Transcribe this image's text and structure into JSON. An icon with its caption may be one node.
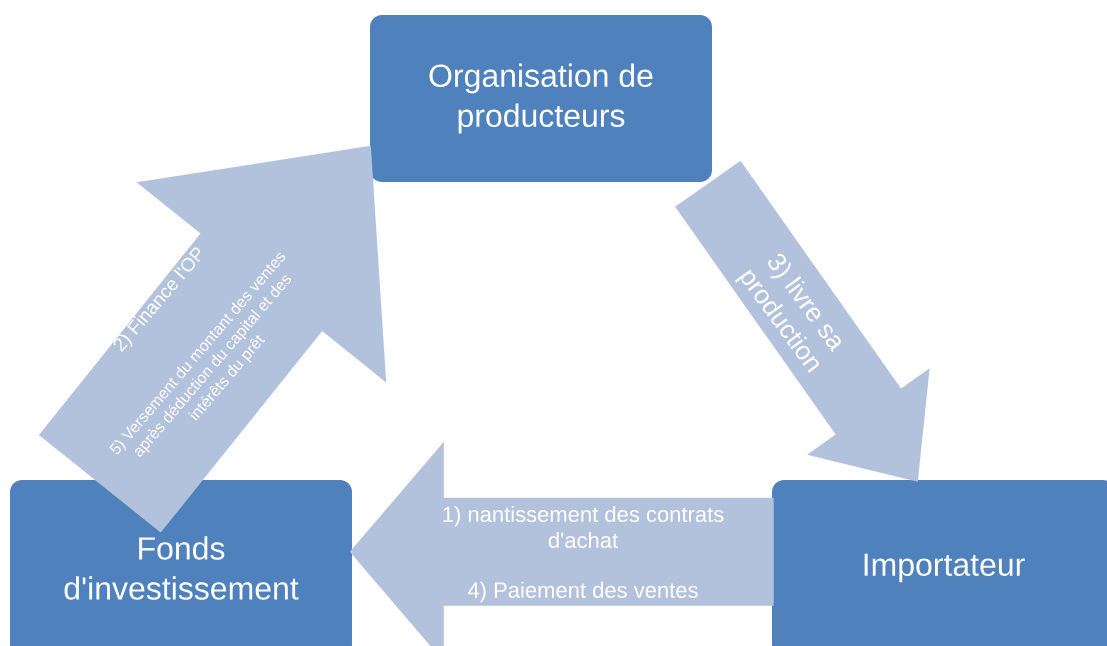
{
  "diagram": {
    "nodes": [
      {
        "text": [
          "Organisation de producteurs"
        ]
      },
      {
        "text": [
          "Fonds d'investissement"
        ]
      },
      {
        "text": [
          "Importateur"
        ]
      }
    ],
    "edges": [
      {
        "from": 1,
        "to": 0,
        "arrow": "to",
        "label": "2) Finance l'OP"
      },
      {
        "from": 0,
        "to": 2,
        "arrow": "to",
        "label": "3) livre sa production"
      },
      {
        "from": 2,
        "to": 1,
        "arrow": "to",
        "label": "1) nantissement des contrats d'achat"
      }
    ],
    "labels": [
      "5) Versement du montant des ventes après déduction du capital et des intérêts du prêt",
      "4) Paiement des ventes"
    ]
  }
}
